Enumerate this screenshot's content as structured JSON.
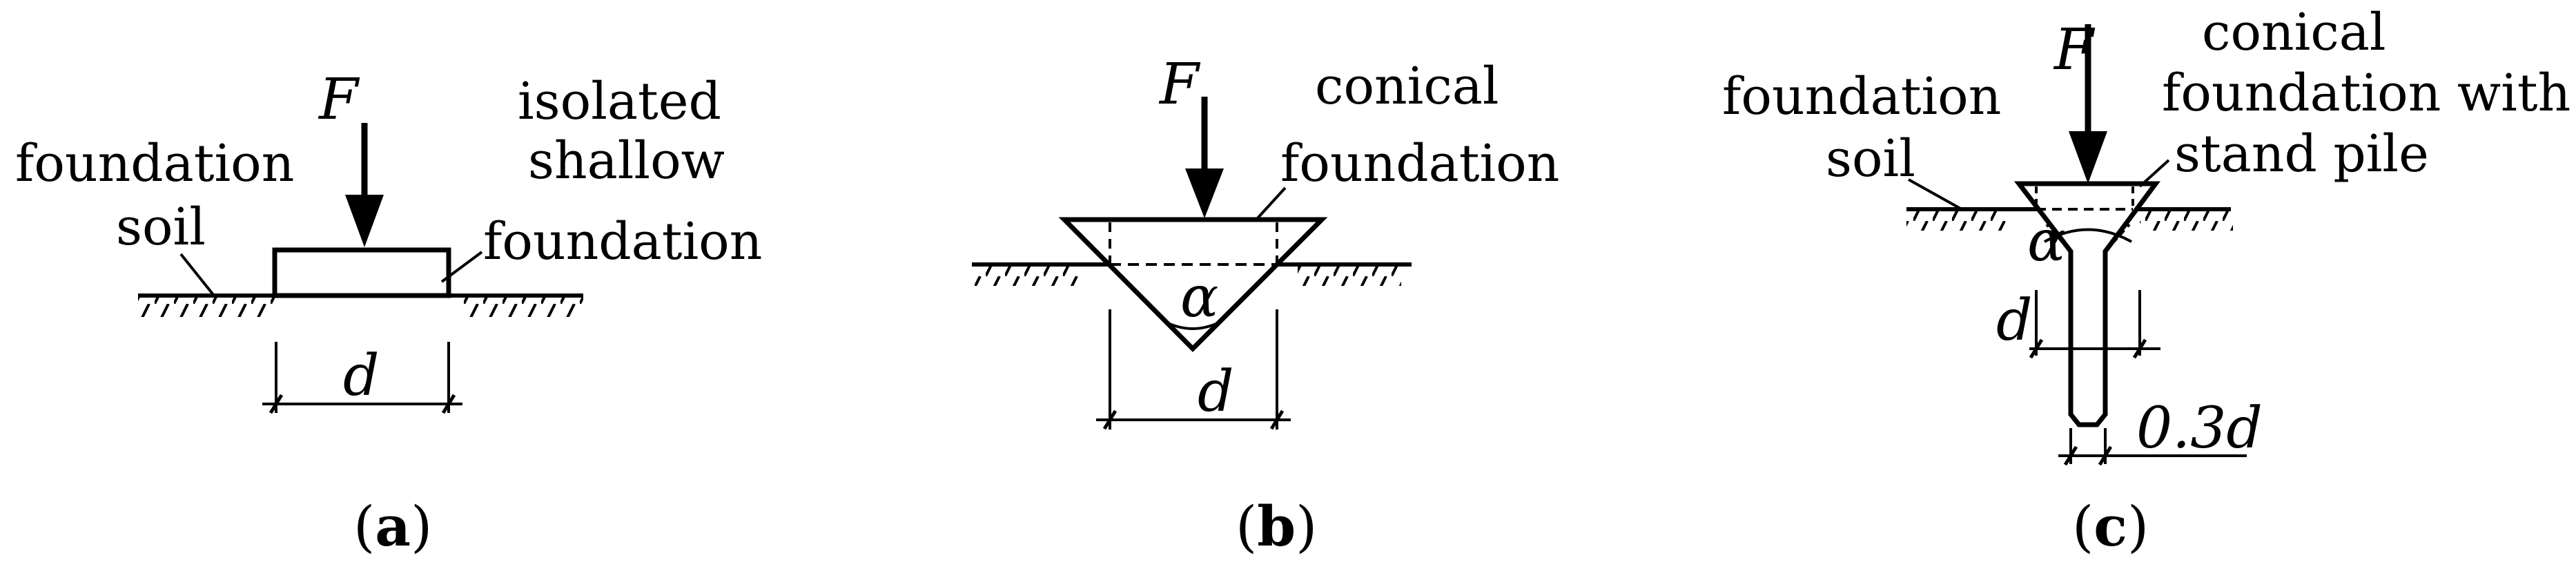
{
  "panel_a": {
    "force": "F",
    "title_lines": [
      "isolated",
      "shallow"
    ],
    "foundation": "foundation",
    "soil_lines": [
      "foundation",
      "soil"
    ],
    "dim": "d",
    "caption": {
      "open": "(",
      "letter": "a",
      "close": ")"
    }
  },
  "panel_b": {
    "force": "F",
    "title_lines": [
      "conical",
      "foundation"
    ],
    "angle": "α",
    "dim": "d",
    "caption": {
      "open": "(",
      "letter": "b",
      "close": ")"
    }
  },
  "panel_c": {
    "force": "F",
    "title_lines": [
      "conical",
      "foundation with",
      "stand pile"
    ],
    "soil_lines": [
      "foundation",
      "soil"
    ],
    "angle": "α",
    "dim": "d",
    "pile_dim": "0.3d",
    "caption": {
      "open": "(",
      "letter": "c",
      "close": ")"
    }
  },
  "colors": {
    "ink": "#000000",
    "background": "#ffffff"
  }
}
